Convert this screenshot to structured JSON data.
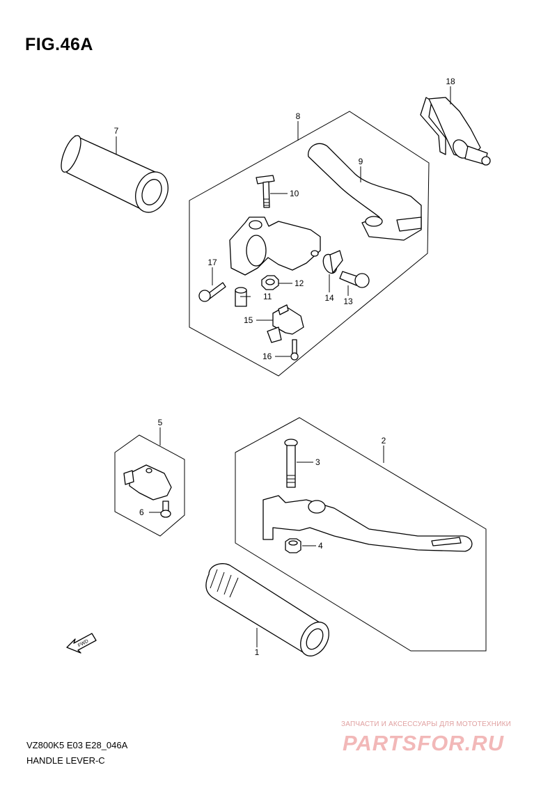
{
  "figure": {
    "title": "FIG.46A",
    "model_code": "VZ800K5 E03 E28_046A",
    "section_name": "HANDLE LEVER-C"
  },
  "callouts": [
    "1",
    "2",
    "3",
    "4",
    "5",
    "6",
    "7",
    "8",
    "9",
    "10",
    "11",
    "12",
    "13",
    "14",
    "15",
    "16",
    "17",
    "18"
  ],
  "fwd_marker": "FWD",
  "watermark": {
    "tagline": "ЗАПЧАСТИ И АКСЕССУАРЫ ДЛЯ МОТОТЕХНИКИ",
    "logo": "PARTSFOR.RU"
  }
}
